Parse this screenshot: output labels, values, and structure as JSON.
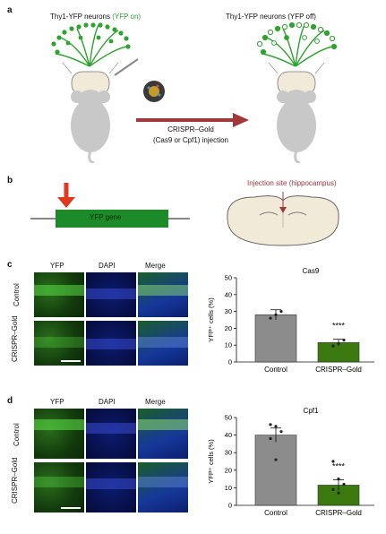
{
  "panel_a": {
    "label": "a",
    "left_title_prefix": "Thy1-YFP neurons ",
    "left_title_highlight": "(YFP on)",
    "right_title": "Thy1-YFP neurons (YFP off)",
    "arrow_line1": "CRISPR–Gold",
    "arrow_line2": "(Cas9 or Cpf1) injection",
    "colors": {
      "yfp_green": "#2ea32e",
      "arrow": "#a0383a",
      "mouse": "#c8c8c8"
    }
  },
  "panel_b": {
    "label": "b",
    "gene_label": "YFP gene",
    "injection_label": "Injection site (hippocampus)",
    "colors": {
      "gene_box": "#1d8a2a",
      "cut_arrow": "#e03a1e",
      "injection": "#a0383a"
    }
  },
  "panel_c": {
    "label": "c",
    "headers": [
      "YFP",
      "DAPI",
      "Merge"
    ],
    "row_labels": [
      "Control",
      "CRISPR–Gold"
    ]
  },
  "panel_d": {
    "label": "d",
    "headers": [
      "YFP",
      "DAPI",
      "Merge"
    ],
    "row_labels": [
      "Control",
      "CRISPR–Gold"
    ]
  },
  "chart_data": [
    {
      "type": "bar",
      "title": "Cas9",
      "ylabel": "YFP⁺ cells (%)",
      "categories": [
        "Control",
        "CRISPR–Gold"
      ],
      "values": [
        28,
        11.5
      ],
      "errors": [
        3,
        2
      ],
      "points": [
        [
          26,
          28,
          30
        ],
        [
          9.5,
          11,
          13
        ]
      ],
      "significance": "****",
      "ylim": [
        0,
        50
      ],
      "yticks": [
        0,
        10,
        20,
        30,
        40,
        50
      ],
      "colors": [
        "#8c8c8c",
        "#3a7a0f"
      ]
    },
    {
      "type": "bar",
      "title": "Cpf1",
      "ylabel": "YFP⁺ cells (%)",
      "categories": [
        "Control",
        "CRISPR–Gold"
      ],
      "values": [
        40,
        11.5
      ],
      "errors": [
        4,
        3
      ],
      "points": [
        [
          46,
          45,
          42,
          38,
          26
        ],
        [
          25,
          15,
          12,
          9,
          7
        ]
      ],
      "significance": "****",
      "ylim": [
        0,
        50
      ],
      "yticks": [
        0,
        10,
        20,
        30,
        40,
        50
      ],
      "colors": [
        "#8c8c8c",
        "#3a7a0f"
      ]
    }
  ]
}
